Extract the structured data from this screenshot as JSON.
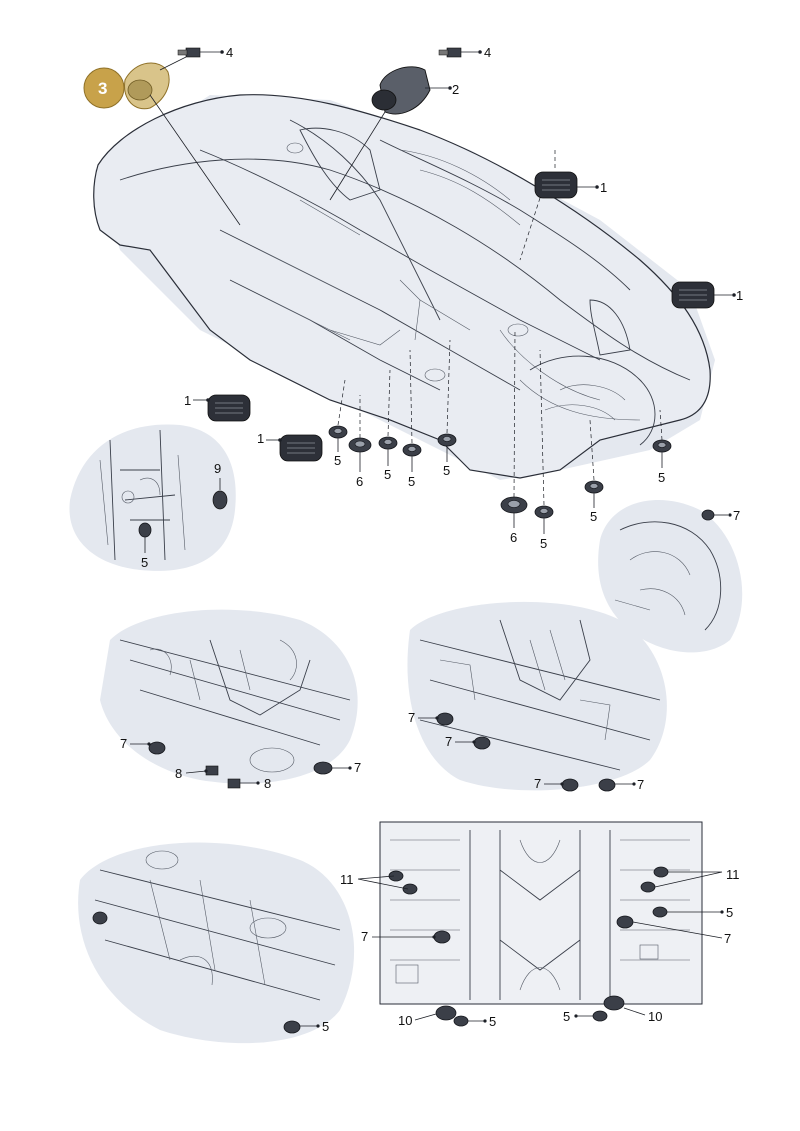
{
  "highlight": {
    "number": "3",
    "color": "#c8a24a"
  },
  "labels": {
    "part_4a": "4",
    "part_4b": "4",
    "part_2": "2",
    "part_1a": "1",
    "part_1b": "1",
    "part_1c": "1",
    "part_1d": "1",
    "part_5a": "5",
    "part_6a": "6",
    "part_5b": "5",
    "part_5c": "5",
    "part_5d": "5",
    "part_5e": "5",
    "part_6b": "6",
    "part_5f": "5",
    "part_5g": "5",
    "part_9": "9",
    "part_5h": "5",
    "part_7a": "7",
    "part_7b": "7",
    "part_7c": "7",
    "part_8a": "8",
    "part_8b": "8",
    "part_7d": "7",
    "part_7e": "7",
    "part_7f": "7",
    "part_7g": "7",
    "part_5i": "5",
    "part_11a": "11",
    "part_11b": "11",
    "part_5j": "5",
    "part_7h": "7",
    "part_7i": "7",
    "part_10a": "10",
    "part_5k": "5",
    "part_5l": "5",
    "part_10b": "10"
  },
  "colors": {
    "line": "#2a2e38",
    "fill": "#e9ecf2",
    "plug": "#3b3f48"
  }
}
